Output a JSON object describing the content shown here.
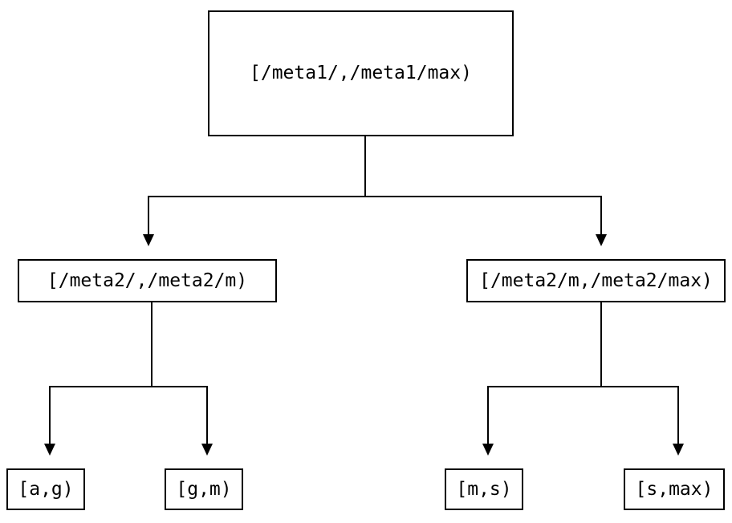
{
  "diagram": {
    "type": "tree",
    "background_color": "#ffffff",
    "line_color": "#000000",
    "text_color": "#000000",
    "nodes": {
      "root": {
        "label": "[/meta1/,/meta1/max)"
      },
      "mid_left": {
        "label": "[/meta2/,/meta2/m)"
      },
      "mid_right": {
        "label": "[/meta2/m,/meta2/max)"
      },
      "leaf_ag": {
        "label": "[a,g)"
      },
      "leaf_gm": {
        "label": "[g,m)"
      },
      "leaf_ms": {
        "label": "[m,s)"
      },
      "leaf_smax": {
        "label": "[s,max)"
      }
    },
    "edges": [
      {
        "from": "root",
        "to": "mid_left",
        "arrow": "down"
      },
      {
        "from": "root",
        "to": "mid_right",
        "arrow": "down"
      },
      {
        "from": "mid_left",
        "to": "leaf_ag",
        "arrow": "down"
      },
      {
        "from": "mid_left",
        "to": "leaf_gm",
        "arrow": "down"
      },
      {
        "from": "mid_right",
        "to": "leaf_ms",
        "arrow": "down"
      },
      {
        "from": "mid_right",
        "to": "leaf_smax",
        "arrow": "down"
      }
    ]
  }
}
